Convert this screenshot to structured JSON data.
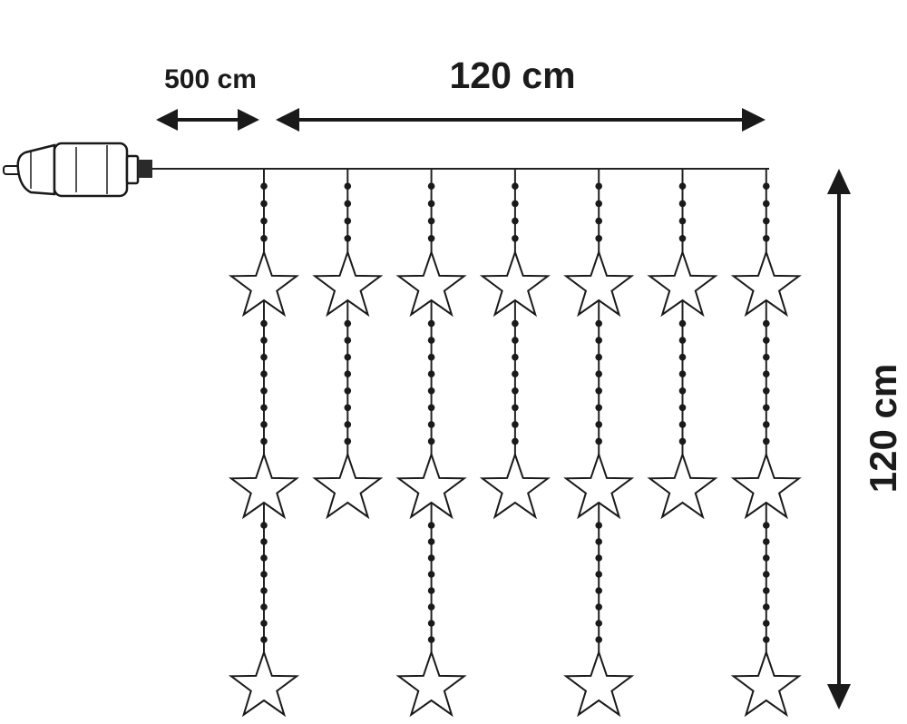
{
  "dimensions": {
    "cable_length": "500 cm",
    "curtain_width": "120 cm",
    "curtain_height": "120 cm"
  },
  "curtain": {
    "strand_count": 7,
    "strands": [
      {
        "stars": 3
      },
      {
        "stars": 2
      },
      {
        "stars": 3
      },
      {
        "stars": 2
      },
      {
        "stars": 3
      },
      {
        "stars": 2
      },
      {
        "stars": 3
      }
    ]
  },
  "icons": {
    "plug": "power-plug-icon",
    "star": "star-icon"
  },
  "colors": {
    "line": "#1a1a1a",
    "background": "#ffffff"
  }
}
